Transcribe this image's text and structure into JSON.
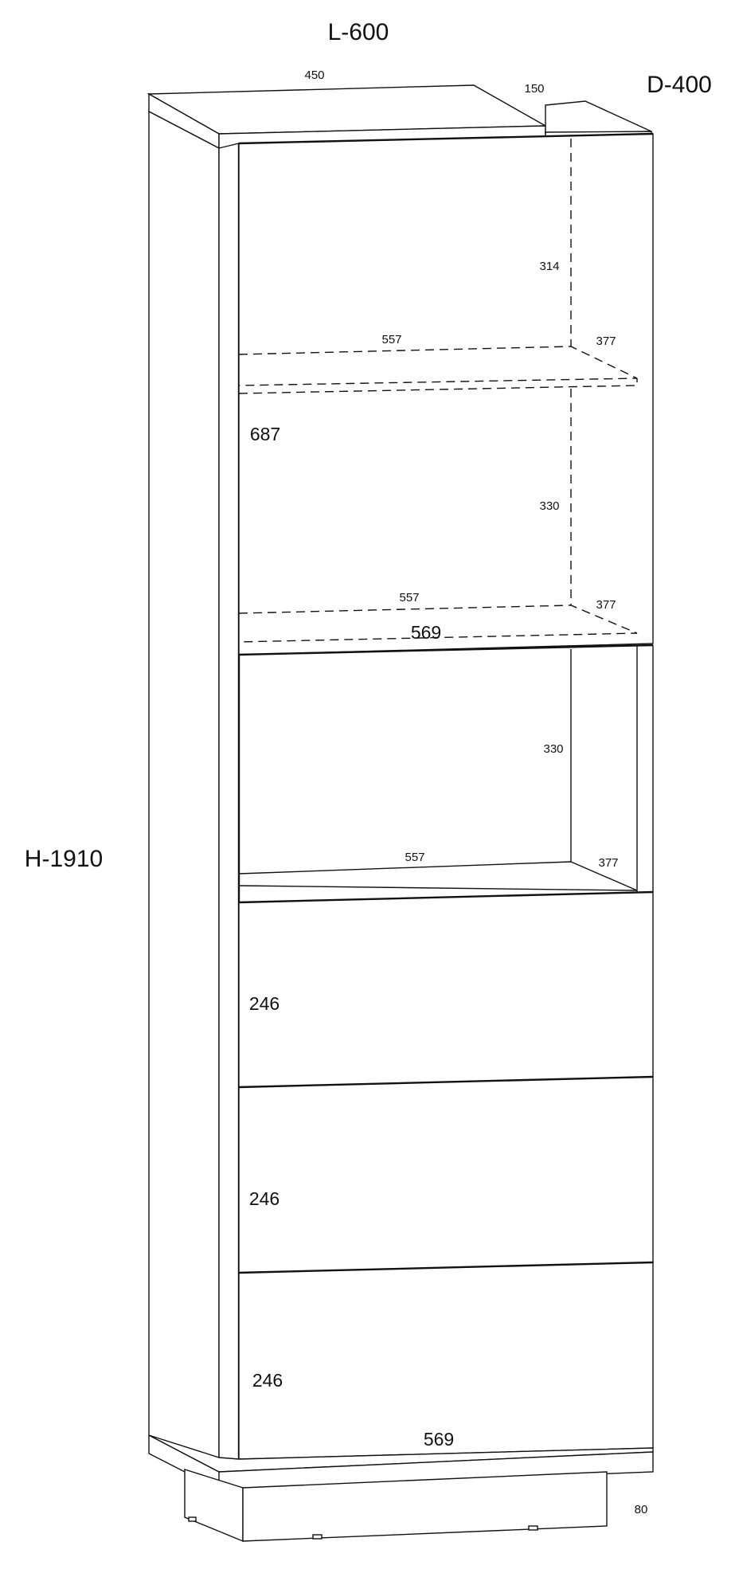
{
  "overall": {
    "length": "L-600",
    "depth": "D-400",
    "height": "H-1910"
  },
  "top": {
    "deep_part": "450",
    "shallow_part": "150"
  },
  "compartments": {
    "upper_height": "314",
    "upper_shelf_width": "557",
    "upper_shelf_depth": "377",
    "glass_door_height": "687",
    "middle_height": "330",
    "middle_shelf_width": "557",
    "middle_shelf_depth": "377",
    "glass_door_width": "569",
    "open_height": "330",
    "open_width": "557",
    "open_depth": "377"
  },
  "drawers": [
    {
      "height": "246"
    },
    {
      "height": "246"
    },
    {
      "height": "246"
    }
  ],
  "drawer_width": "569",
  "plinth_height": "80"
}
